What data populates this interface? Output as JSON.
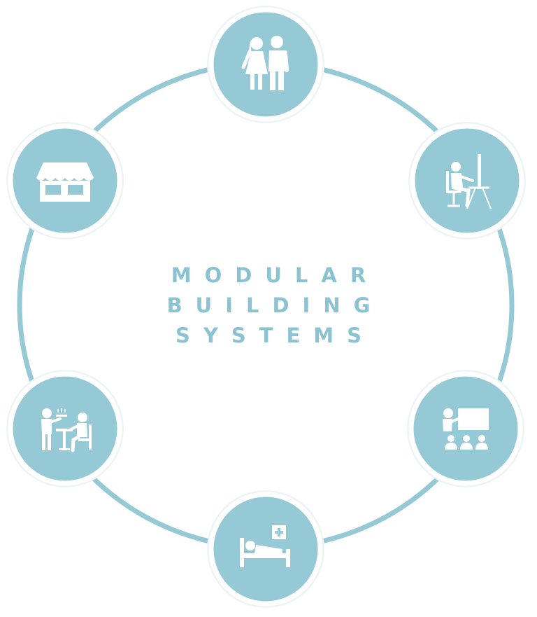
{
  "title_lines": [
    "MODULAR",
    "BUILDING",
    "SYSTEMS"
  ],
  "colors": {
    "ring": "#95c9d6",
    "node": "#95c9d6",
    "title": "#8cc3d2",
    "icon": "#ffffff"
  },
  "nodes": [
    {
      "id": "residential",
      "icon": "couple-icon"
    },
    {
      "id": "office",
      "icon": "desk-worker-icon"
    },
    {
      "id": "education",
      "icon": "classroom-icon"
    },
    {
      "id": "healthcare",
      "icon": "hospital-bed-icon"
    },
    {
      "id": "hospitality",
      "icon": "restaurant-service-icon"
    },
    {
      "id": "retail",
      "icon": "storefront-icon"
    }
  ]
}
